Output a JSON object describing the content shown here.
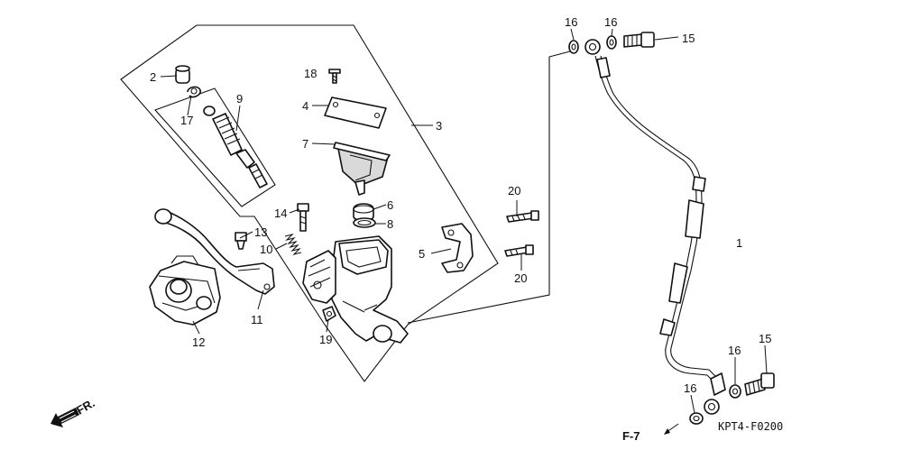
{
  "diagram": {
    "callouts": {
      "c1": "1",
      "c2": "2",
      "c3": "3",
      "c4": "4",
      "c5": "5",
      "c6": "6",
      "c7": "7",
      "c8": "8",
      "c9": "9",
      "c10": "10",
      "c11": "11",
      "c12": "12",
      "c13": "13",
      "c14": "14",
      "c15a": "15",
      "c15b": "15",
      "c16a": "16",
      "c16b": "16",
      "c16c": "16",
      "c16d": "16",
      "c17": "17",
      "c18": "18",
      "c19": "19",
      "c20a": "20",
      "c20b": "20"
    },
    "front_marker": "FR.",
    "section_ref": "F-7",
    "diagram_code": "KPT4-F0200"
  },
  "colors": {
    "line": "#111111",
    "background": "#ffffff",
    "shade": "#d9d9d9"
  },
  "icons": {
    "front_arrow": "arrow-left-down-icon",
    "ref_arrow": "arrow-left-small-icon"
  }
}
